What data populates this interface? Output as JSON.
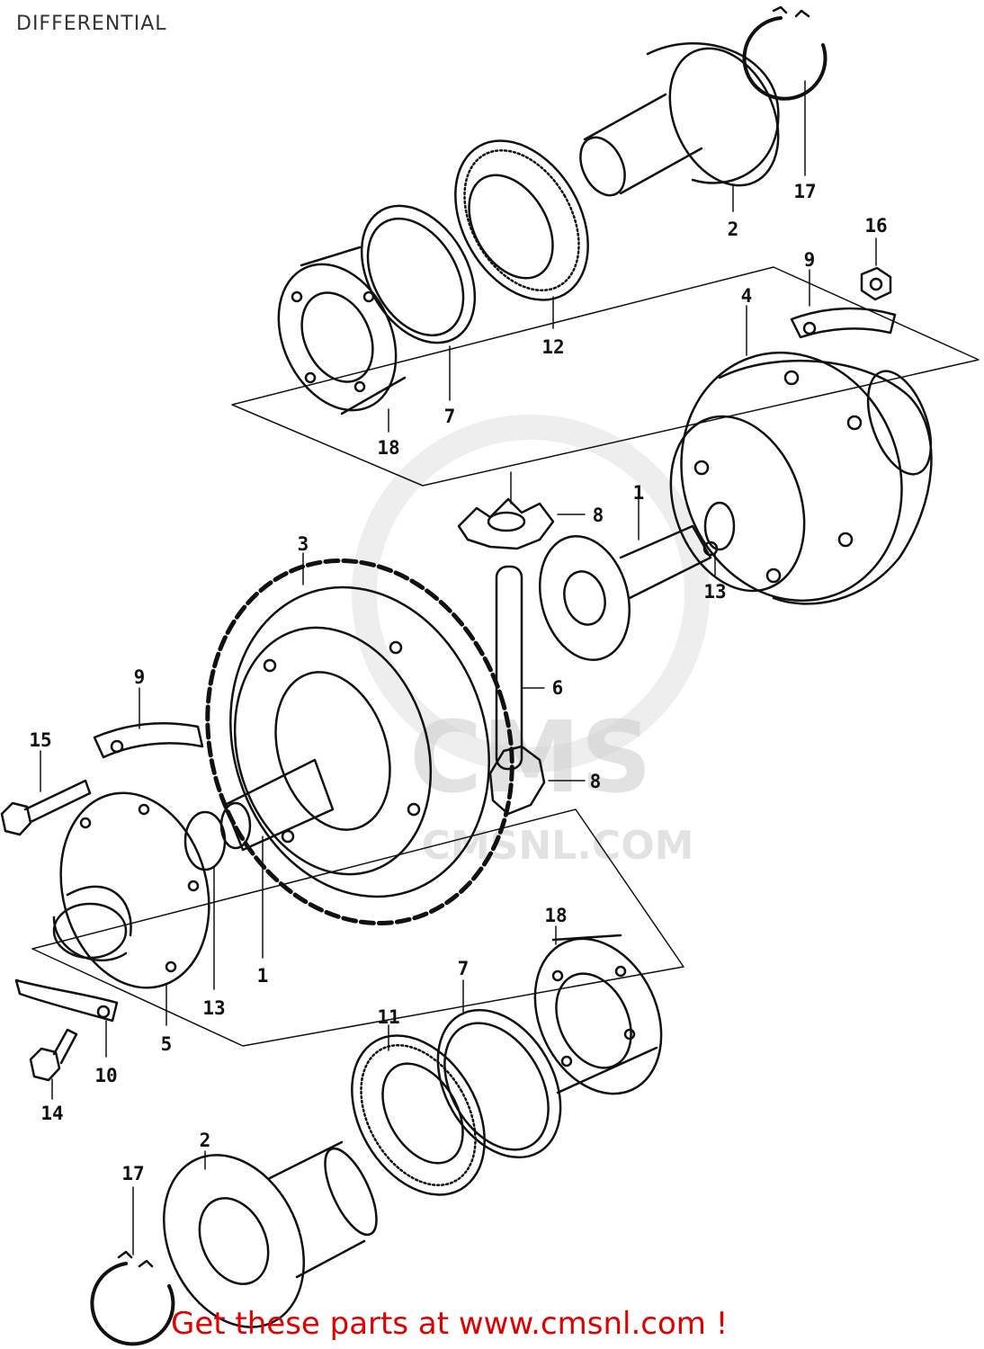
{
  "title": "DIFFERENTIAL",
  "watermark": {
    "logo_text": "CMS",
    "site_text": "CMSNL.COM"
  },
  "callouts": {
    "c17_top": "17",
    "c2_top": "2",
    "c16": "16",
    "c9_top": "9",
    "c4": "4",
    "c12": "12",
    "c7_top": "7",
    "c18_top": "18",
    "c8_top": "8",
    "c1_top": "1",
    "c13_right": "13",
    "c3": "3",
    "c6": "6",
    "c9_left": "9",
    "c15": "15",
    "c8_bottom": "8",
    "c1_bottom": "1",
    "c13_bottom": "13",
    "c5": "5",
    "c10": "10",
    "c14": "14",
    "c18_bottom": "18",
    "c7_bottom": "7",
    "c11": "11",
    "c2_bottom": "2",
    "c17_bottom": "17"
  },
  "footer": {
    "promo_text": "Get these parts at www.cmsnl.com !"
  },
  "colors": {
    "line": "#111111",
    "promo": "#e00000",
    "watermark": "#cccccc"
  }
}
